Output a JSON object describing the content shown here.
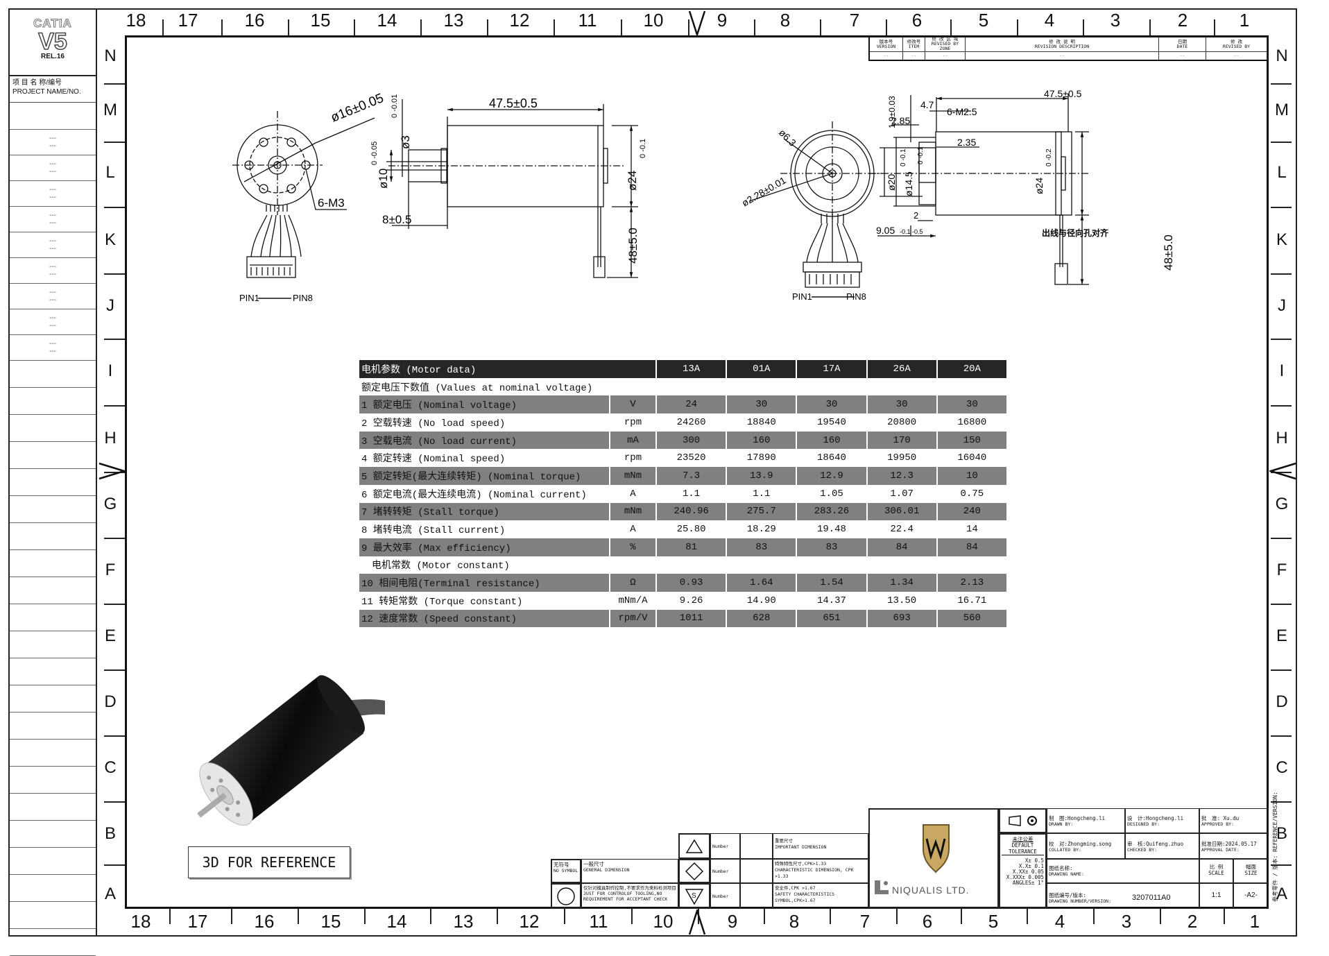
{
  "left_panel": {
    "logo": {
      "brand": "CATIA",
      "version": "V5",
      "release": "REL.16"
    },
    "project_label_cn": "项 目 名 称/编号",
    "project_label_en": "PROJECT NAME/NO.",
    "rows": [
      "---\n---",
      "---\n---",
      "---\n---",
      "---\n---",
      "---\n---",
      "---\n---",
      "---\n---",
      "---\n---",
      "---\n---"
    ]
  },
  "zones": {
    "columns": [
      "18",
      "17",
      "16",
      "15",
      "14",
      "13",
      "12",
      "11",
      "10",
      "9",
      "8",
      "7",
      "6",
      "5",
      "4",
      "3",
      "2",
      "1"
    ],
    "rows": [
      "N",
      "M",
      "L",
      "K",
      "J",
      "I",
      "H",
      "G",
      "F",
      "E",
      "D",
      "C",
      "B",
      "A"
    ]
  },
  "revision_table": {
    "headers": [
      {
        "cn": "版本号",
        "en": "VERSION"
      },
      {
        "cn": "修改号",
        "en": "ITEM"
      },
      {
        "cn": "修 改 区 域",
        "en": "REVISED BY ZONE"
      },
      {
        "cn": "修 改 说 明",
        "en": "REVISION DESCRIPTION"
      },
      {
        "cn": "日期",
        "en": "DATE"
      },
      {
        "cn": "修 改",
        "en": "REVISED BY"
      }
    ],
    "values": [
      "--",
      "--",
      "--",
      "--",
      "--",
      "--"
    ]
  },
  "drawing_left": {
    "front": {
      "pcd": "ø16±0.05",
      "holes": "6-M3",
      "pins": {
        "start": "PIN1",
        "end": "PIN8"
      }
    },
    "side": {
      "length": "47.5±0.5",
      "shaft_dia": "ø3",
      "shaft_tol": "0\n-0.01",
      "boss_dia": "ø10",
      "boss_tol": "0\n-0.05",
      "body_dia": "ø24",
      "body_tol": "0\n-0.1",
      "shaft_len": "8±0.5",
      "lead_len": "48±5.0"
    }
  },
  "drawing_right": {
    "front": {
      "dia1": "ø6.3",
      "dia2": "ø2.28±0.01",
      "pins": {
        "start": "PIN1",
        "end": "PIN8"
      }
    },
    "side": {
      "length": "47.5±0.5",
      "d47": "4.7",
      "holes": "6-M2.5",
      "d285": "2.85",
      "d19": "1.9±0.03",
      "d235": "2.35",
      "d20": "ø20",
      "d20_tol": "0\n-0.1",
      "d145": "ø14.5",
      "d145_tol": "0\n-0.1",
      "d2": "2",
      "d905": "9.05",
      "d905_tol": "-0.1\n-0.5",
      "body_dia": "ø24",
      "body_tol": "0\n-0.2",
      "lead_len": "48±5.0",
      "note": "出线与径向孔对齐"
    }
  },
  "motor_table": {
    "title": "电机参数 (Motor data)",
    "models": [
      "13A",
      "01A",
      "17A",
      "26A",
      "20A"
    ],
    "section1": "额定电压下数值 (Values at nominal voltage)",
    "section2": "电机常数 (Motor constant)",
    "rows": [
      {
        "label": "1 额定电压 (Nominal voltage)",
        "unit": "V",
        "values": [
          "24",
          "30",
          "30",
          "30",
          "30"
        ]
      },
      {
        "label": "2 空载转速 (No load speed)",
        "unit": "rpm",
        "values": [
          "24260",
          "18840",
          "19540",
          "20800",
          "16800"
        ]
      },
      {
        "label": "3 空载电流 (No load current)",
        "unit": "mA",
        "values": [
          "300",
          "160",
          "160",
          "170",
          "150"
        ]
      },
      {
        "label": "4 额定转速 (Nominal speed)",
        "unit": "rpm",
        "values": [
          "23520",
          "17890",
          "18640",
          "19950",
          "16040"
        ]
      },
      {
        "label": "5 额定转矩(最大连续转矩) (Nominal torque)",
        "unit": "mNm",
        "values": [
          "7.3",
          "13.9",
          "12.9",
          "12.3",
          "10"
        ]
      },
      {
        "label": "6 额定电流(最大连续电流) (Nominal current)",
        "unit": "A",
        "values": [
          "1.1",
          "1.1",
          "1.05",
          "1.07",
          "0.75"
        ]
      },
      {
        "label": "7 堵转转矩 (Stall torque)",
        "unit": "mNm",
        "values": [
          "240.96",
          "275.7",
          "283.26",
          "306.01",
          "240"
        ]
      },
      {
        "label": "8 堵转电流 (Stall current)",
        "unit": "A",
        "values": [
          "25.80",
          "18.29",
          "19.48",
          "22.4",
          "14"
        ]
      },
      {
        "label": "9 最大效率 (Max efficiency)",
        "unit": "%",
        "values": [
          "81",
          "83",
          "83",
          "84",
          "84"
        ]
      },
      {
        "label": "10 相间电阻(Terminal resistance)",
        "unit": "Ω",
        "values": [
          "0.93",
          "1.64",
          "1.54",
          "1.34",
          "2.13"
        ]
      },
      {
        "label": "11 转矩常数 (Torque constant)",
        "unit": "mNm/A",
        "values": [
          "9.26",
          "14.90",
          "14.37",
          "13.50",
          "16.71"
        ]
      },
      {
        "label": "12 速度常数 (Speed constant)",
        "unit": "rpm/V",
        "values": [
          "1011",
          "628",
          "651",
          "693",
          "560"
        ]
      }
    ]
  },
  "reference_label": "3D FOR REFERENCE",
  "symbol_table": {
    "no_symbol": {
      "cn": "无符号",
      "en": "NO SYMBOL",
      "desc_cn": "一般尺寸",
      "desc_en": "GENERAL DIMENSION"
    },
    "circle": {
      "desc_cn": "仅针对模具制作控制,不要求作为来料检测项目",
      "desc_en": "JUST FOR CONTROLOF TOOLING,NO REQUIREMENT FOR ACCEPTANT CHECK"
    },
    "rows": [
      {
        "symbol": "triangle",
        "number": "Number",
        "cn": "重要尺寸",
        "en": "IMPORTANT DIMENSION"
      },
      {
        "symbol": "diamond",
        "number": "Number",
        "cn": "特殊特性尺寸,CPK>1.33",
        "en": "CHARACTERISTIC DIMENSION, CPK >1.33"
      },
      {
        "symbol": "safety-s",
        "number": "Number",
        "cn": "安全件,CPK >1.67",
        "en": "SAFETY CHARACTERISTICS SYMBOL,CPK>1.67"
      }
    ]
  },
  "title_block": {
    "company": "NIQUALIS LTD.",
    "logo_text": "NIQUALIS",
    "tolerance": {
      "cn": "未注公差",
      "en": "DEFAULT TOLERANCE",
      "lines": [
        "X± 0.5",
        "X.X± 0.1",
        "X.XX± 0.05",
        "X.XXX± 0.005",
        "ANGLES± 1°"
      ]
    },
    "drawn": {
      "label_cn": "制　图:",
      "label_en": "DRAWN BY:",
      "value": "Hongcheng.li"
    },
    "designed": {
      "label_cn": "设　计:",
      "label_en": "DESIGNED BY:",
      "value": "Hongcheng.li"
    },
    "approved": {
      "label_cn": "批　准:",
      "label_en": "APPROVED BY:",
      "value": "Xu.du"
    },
    "collated": {
      "label_cn": "校　对:",
      "label_en": "COLLATED BY:",
      "value": "Zhongming.song"
    },
    "checked": {
      "label_cn": "审　核:",
      "label_en": "CHECKED BY:",
      "value": "Quifeng.zhuo"
    },
    "approval_date": {
      "label_cn": "批准日期:",
      "label_en": "APPROVAL DATE:",
      "value": "2024.05.17"
    },
    "drawing_name": {
      "label_cn": "图纸名称:",
      "label_en": "DRAWING NAME:"
    },
    "scale": {
      "label_cn": "比 例",
      "label_en": "SCALE",
      "value": "1:1"
    },
    "size": {
      "label_cn": "幅面",
      "label_en": "SIZE",
      "value": "-A2-"
    },
    "drawing_number": {
      "label_cn": "图纸编号/版本:",
      "label_en": "DRAWING NUMBER/VERSION:",
      "value": "3207011A0"
    },
    "reference": {
      "cn": "参考零件 / 版本:",
      "en": "REFERENCE/VERSION:"
    }
  }
}
